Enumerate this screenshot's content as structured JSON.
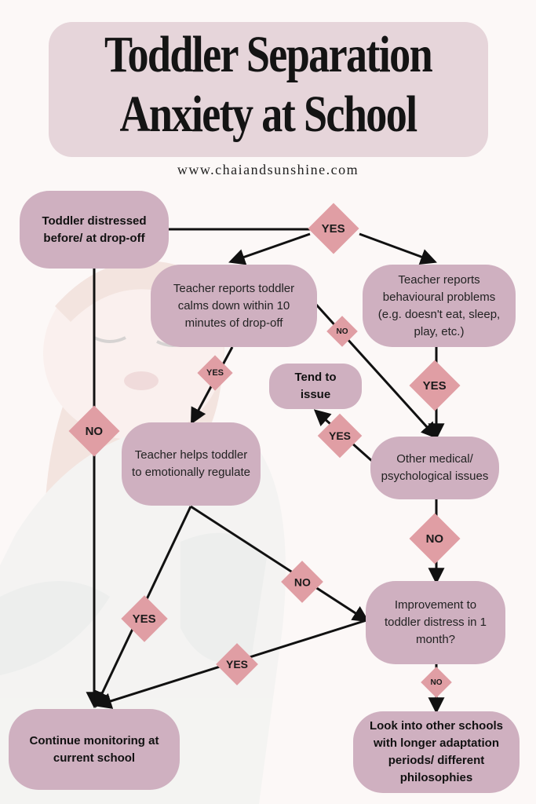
{
  "title": {
    "line1": "Toddler Separation",
    "line2": "Anxiety at School"
  },
  "website": "www.chaiandsunshine.com",
  "nodes": {
    "distressed": "Toddler distressed before/ at drop-off",
    "calms": "Teacher reports toddler calms down within 10 minutes of drop-off",
    "behavioural": "Teacher reports behavioural problems (e.g. doesn't eat, sleep, play, etc.)",
    "tend": "Tend to issue",
    "helps": "Teacher helps toddler to emotionally regulate",
    "medical": "Other medical/ psychological issues",
    "improvement": "Improvement to toddler distress in 1 month?",
    "continue": "Continue monitoring at current school",
    "other_schools": "Look into other schools with longer adaptation periods/ different philosophies"
  },
  "decisions": {
    "yes": "YES",
    "no": "NO"
  },
  "colors": {
    "title_bg": "#e6d5da",
    "node_fill": "#cfb0c0",
    "diamond_fill": "#e09ea4",
    "arrow": "#111111"
  }
}
